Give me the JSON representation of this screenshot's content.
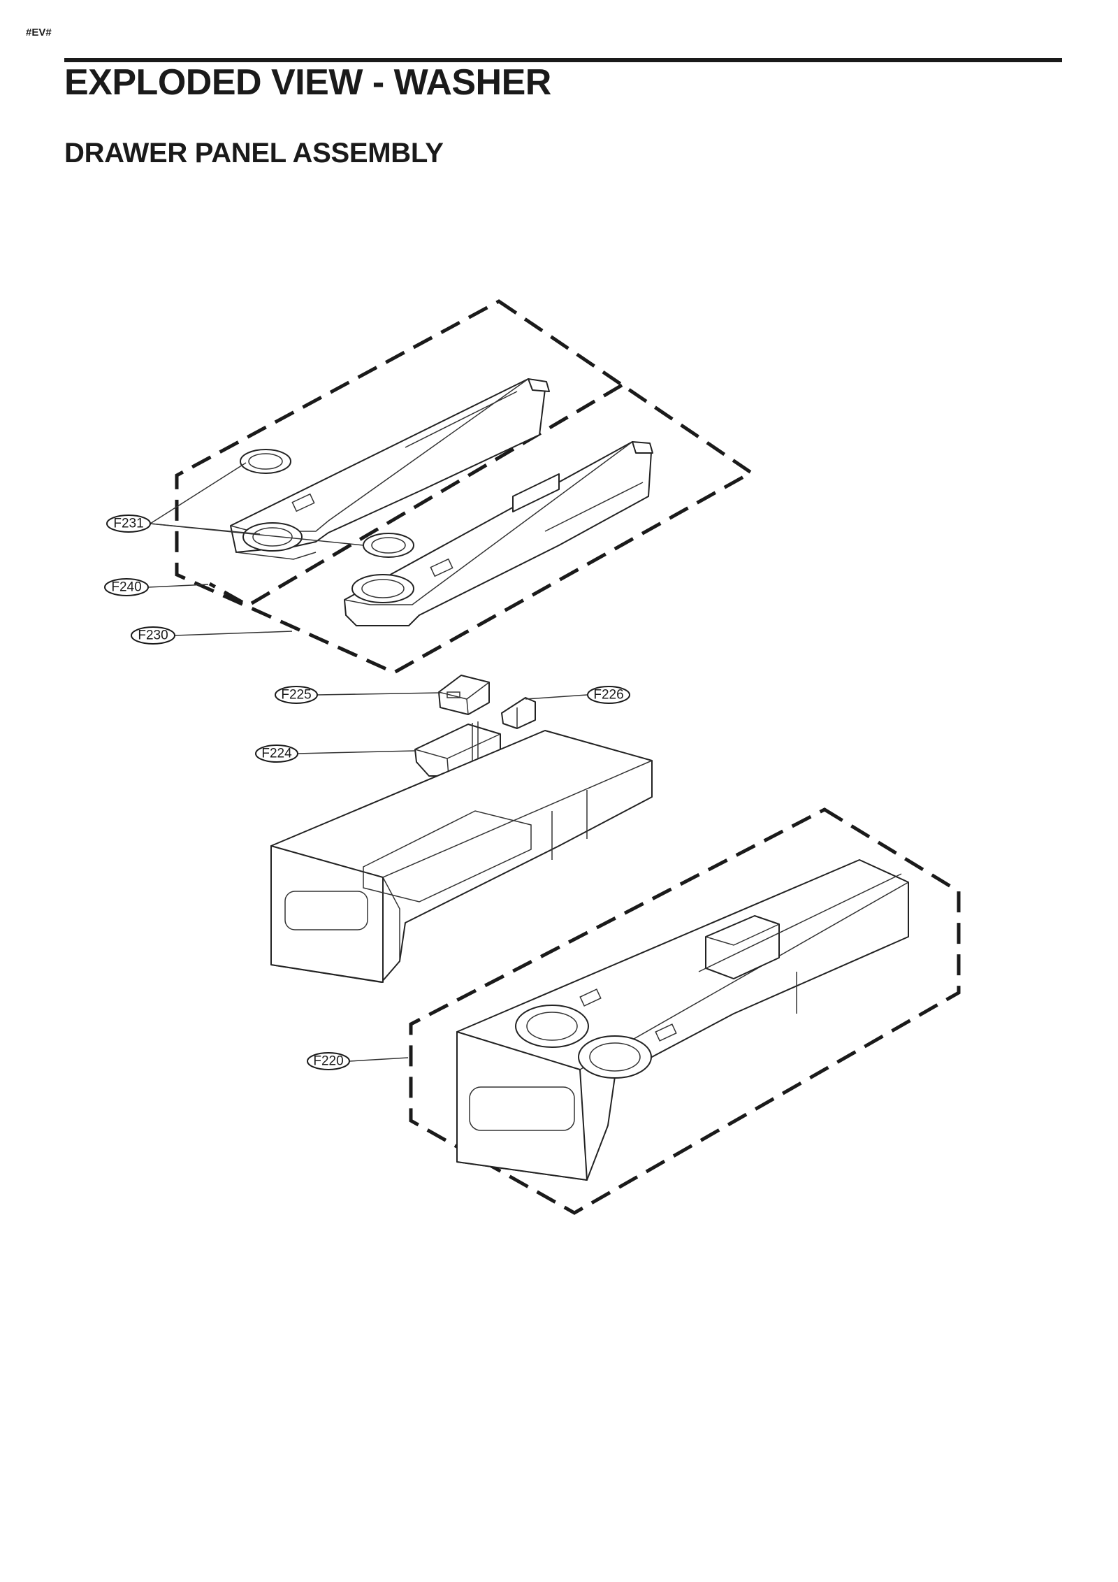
{
  "header": {
    "tag": "#EV#",
    "title": "EXPLODED VIEW - WASHER",
    "subtitle": "DRAWER PANEL ASSEMBLY"
  },
  "callouts": {
    "f231": "F231",
    "f240": "F240",
    "f230": "F230",
    "f225": "F225",
    "f226": "F226",
    "f224": "F224",
    "f220": "F220"
  }
}
